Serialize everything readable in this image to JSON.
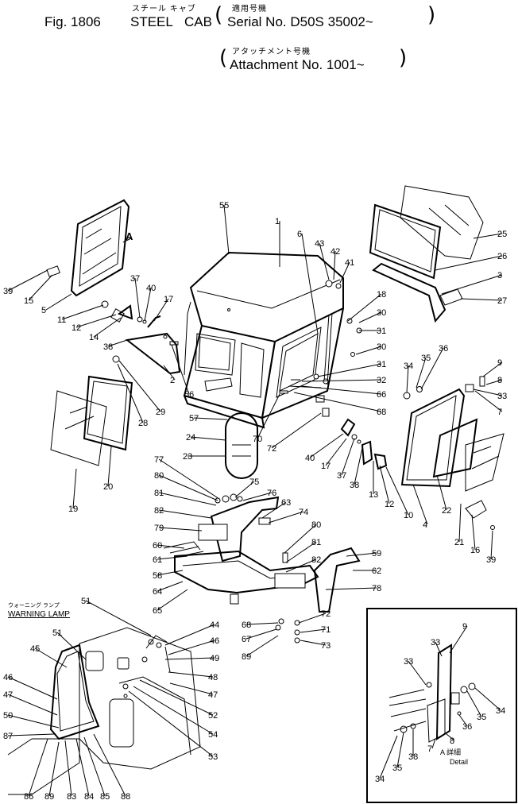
{
  "header": {
    "fig": "Fig. 1806",
    "title_jp": "スチール キャブ",
    "title": "STEEL CAB",
    "serial_jp": "適用号機",
    "serial": "Serial No. D50S 35002~",
    "attach_jp": "アタッチメント号機",
    "attach": "Attachment No. 1001~"
  },
  "diagram": {
    "warning_jp": "ウォーニング ランプ",
    "warning_lamp": "WARNING LAMP",
    "detail_jp": "A 詳細",
    "detail_en": "Detail",
    "view_a": "A",
    "callouts": [
      {
        "id": "c55",
        "label": "55"
      },
      {
        "id": "c1",
        "label": "1"
      },
      {
        "id": "c6",
        "label": "6"
      },
      {
        "id": "c43",
        "label": "43"
      },
      {
        "id": "c42",
        "label": "42"
      },
      {
        "id": "c41",
        "label": "41"
      },
      {
        "id": "c25",
        "label": "25"
      },
      {
        "id": "c26",
        "label": "26"
      },
      {
        "id": "c3",
        "label": "3"
      },
      {
        "id": "c27",
        "label": "27"
      },
      {
        "id": "c18",
        "label": "18"
      },
      {
        "id": "c30a",
        "label": "30"
      },
      {
        "id": "c31a",
        "label": "31"
      },
      {
        "id": "c30b",
        "label": "30"
      },
      {
        "id": "c31b",
        "label": "31"
      },
      {
        "id": "c32",
        "label": "32"
      },
      {
        "id": "c66",
        "label": "66"
      },
      {
        "id": "c68a",
        "label": "68"
      },
      {
        "id": "c36a",
        "label": "36"
      },
      {
        "id": "c35a",
        "label": "35"
      },
      {
        "id": "c34a",
        "label": "34"
      },
      {
        "id": "c9a",
        "label": "9"
      },
      {
        "id": "c8a",
        "label": "8"
      },
      {
        "id": "c33a",
        "label": "33"
      },
      {
        "id": "c7a",
        "label": "7"
      },
      {
        "id": "c39a",
        "label": "39"
      },
      {
        "id": "c15",
        "label": "15"
      },
      {
        "id": "c5",
        "label": "5"
      },
      {
        "id": "c11",
        "label": "11"
      },
      {
        "id": "c12a",
        "label": "12"
      },
      {
        "id": "c14",
        "label": "14"
      },
      {
        "id": "c37a",
        "label": "37"
      },
      {
        "id": "c40a",
        "label": "40"
      },
      {
        "id": "c17a",
        "label": "17"
      },
      {
        "id": "c38a",
        "label": "38"
      },
      {
        "id": "c2",
        "label": "2"
      },
      {
        "id": "c56",
        "label": "56"
      },
      {
        "id": "c29",
        "label": "29"
      },
      {
        "id": "c28",
        "label": "28"
      },
      {
        "id": "c19",
        "label": "19"
      },
      {
        "id": "c20",
        "label": "20"
      },
      {
        "id": "c57",
        "label": "57"
      },
      {
        "id": "c24",
        "label": "24"
      },
      {
        "id": "c23",
        "label": "23"
      },
      {
        "id": "c70",
        "label": "70"
      },
      {
        "id": "c72a",
        "label": "72"
      },
      {
        "id": "c40b",
        "label": "40"
      },
      {
        "id": "c17b",
        "label": "17"
      },
      {
        "id": "c37b",
        "label": "37"
      },
      {
        "id": "c38b",
        "label": "38"
      },
      {
        "id": "c13",
        "label": "13"
      },
      {
        "id": "c12b",
        "label": "12"
      },
      {
        "id": "c10",
        "label": "10"
      },
      {
        "id": "c4",
        "label": "4"
      },
      {
        "id": "c22",
        "label": "22"
      },
      {
        "id": "c21",
        "label": "21"
      },
      {
        "id": "c16",
        "label": "16"
      },
      {
        "id": "c39b",
        "label": "39"
      },
      {
        "id": "c77",
        "label": "77"
      },
      {
        "id": "c80a",
        "label": "80"
      },
      {
        "id": "c81a",
        "label": "81"
      },
      {
        "id": "c82a",
        "label": "82"
      },
      {
        "id": "c79",
        "label": "79"
      },
      {
        "id": "c75",
        "label": "75"
      },
      {
        "id": "c76",
        "label": "76"
      },
      {
        "id": "c63",
        "label": "63"
      },
      {
        "id": "c74",
        "label": "74"
      },
      {
        "id": "c80b",
        "label": "80"
      },
      {
        "id": "c81b",
        "label": "81"
      },
      {
        "id": "c82b",
        "label": "82"
      },
      {
        "id": "c60",
        "label": "60"
      },
      {
        "id": "c61",
        "label": "61"
      },
      {
        "id": "c58",
        "label": "58"
      },
      {
        "id": "c64a",
        "label": "64"
      },
      {
        "id": "c65",
        "label": "65"
      },
      {
        "id": "c59",
        "label": "59"
      },
      {
        "id": "c62",
        "label": "62"
      },
      {
        "id": "c78",
        "label": "78"
      },
      {
        "id": "c72b",
        "label": "72"
      },
      {
        "id": "c71",
        "label": "71"
      },
      {
        "id": "c73",
        "label": "73"
      },
      {
        "id": "c68b",
        "label": "68"
      },
      {
        "id": "c67",
        "label": "67"
      },
      {
        "id": "c89a",
        "label": "89"
      },
      {
        "id": "c51a",
        "label": "51"
      },
      {
        "id": "c51b",
        "label": "51"
      },
      {
        "id": "c44",
        "label": "44"
      },
      {
        "id": "c46a",
        "label": "46"
      },
      {
        "id": "c49",
        "label": "49"
      },
      {
        "id": "c48",
        "label": "48"
      },
      {
        "id": "c47a",
        "label": "47"
      },
      {
        "id": "c52",
        "label": "52"
      },
      {
        "id": "c54",
        "label": "54"
      },
      {
        "id": "c53",
        "label": "53"
      },
      {
        "id": "c45",
        "label": "45"
      },
      {
        "id": "c46b",
        "label": "46"
      },
      {
        "id": "c47b",
        "label": "47"
      },
      {
        "id": "c50",
        "label": "50"
      },
      {
        "id": "c87",
        "label": "87"
      },
      {
        "id": "c86",
        "label": "86"
      },
      {
        "id": "c89b",
        "label": "89"
      },
      {
        "id": "c83",
        "label": "83"
      },
      {
        "id": "c84",
        "label": "84"
      },
      {
        "id": "c85",
        "label": "85"
      },
      {
        "id": "c88",
        "label": "88"
      },
      {
        "id": "c9b",
        "label": "9"
      },
      {
        "id": "c33b",
        "label": "33"
      },
      {
        "id": "c33c",
        "label": "33"
      },
      {
        "id": "c34b",
        "label": "34"
      },
      {
        "id": "c35b",
        "label": "35"
      },
      {
        "id": "c36b",
        "label": "36"
      },
      {
        "id": "c8b",
        "label": "8"
      },
      {
        "id": "c7b",
        "label": "7"
      },
      {
        "id": "c38c",
        "label": "38"
      },
      {
        "id": "c35c",
        "label": "35"
      },
      {
        "id": "c34c",
        "label": "34"
      }
    ]
  }
}
